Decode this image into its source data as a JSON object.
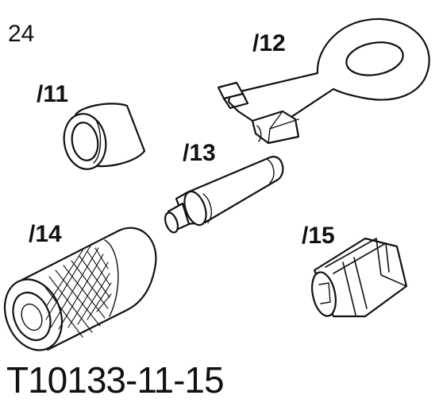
{
  "figure": {
    "set_number": "24",
    "part_code": "T10133-11-15"
  },
  "callouts": [
    {
      "id": "11",
      "label": "/11",
      "part": "sleeve"
    },
    {
      "id": "12",
      "label": "/12",
      "part": "ring-plate-with-tabs"
    },
    {
      "id": "13",
      "label": "/13",
      "part": "tapered-pin"
    },
    {
      "id": "14",
      "label": "/14",
      "part": "knurled-cylinder"
    },
    {
      "id": "15",
      "label": "/15",
      "part": "slotted-block"
    }
  ],
  "colors": {
    "line": "#111111",
    "background": "#ffffff"
  }
}
